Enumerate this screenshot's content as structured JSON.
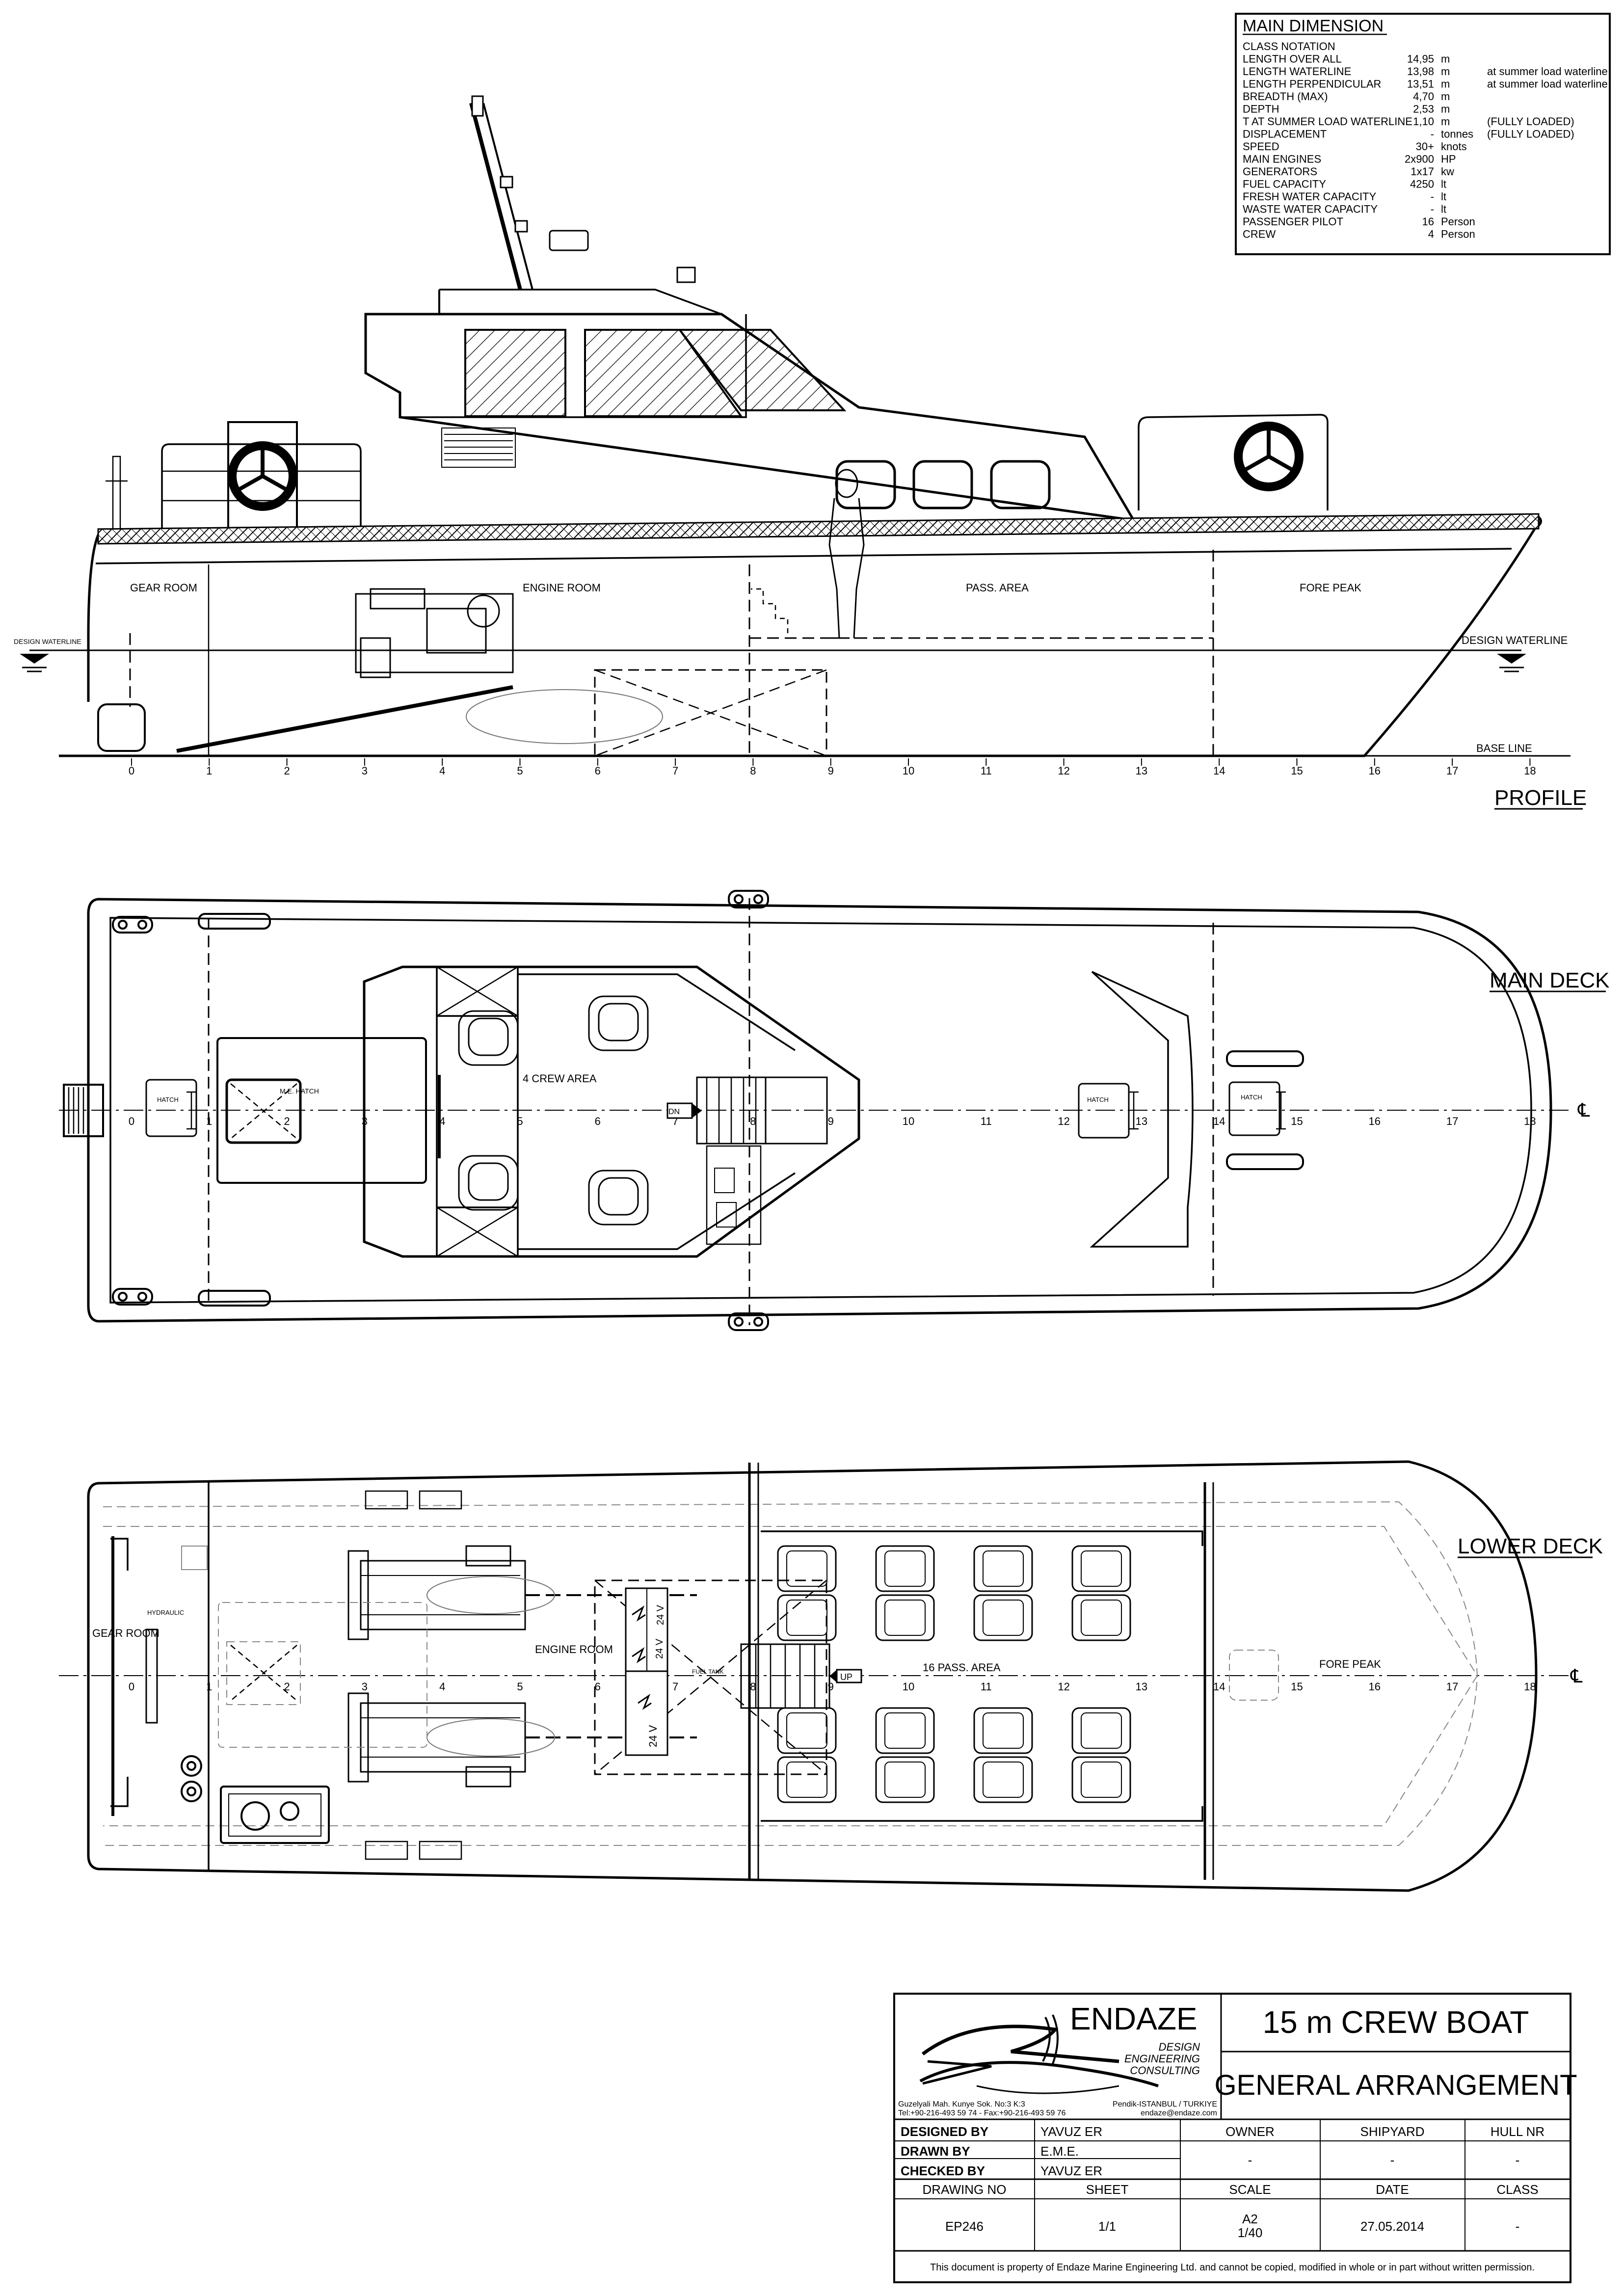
{
  "dimensions": {
    "title": "MAIN DIMENSION",
    "rows": [
      {
        "label": "CLASS NOTATION",
        "value": "",
        "unit": "",
        "note": ""
      },
      {
        "label": "LENGTH OVER ALL",
        "value": "14,95",
        "unit": "m",
        "note": ""
      },
      {
        "label": "LENGTH WATERLINE",
        "value": "13,98",
        "unit": "m",
        "note": "at summer load waterline"
      },
      {
        "label": "LENGTH PERPENDICULAR",
        "value": "13,51",
        "unit": "m",
        "note": "at summer load waterline"
      },
      {
        "label": "BREADTH (MAX)",
        "value": "4,70",
        "unit": "m",
        "note": ""
      },
      {
        "label": "DEPTH",
        "value": "2,53",
        "unit": "m",
        "note": ""
      },
      {
        "label": "T AT SUMMER LOAD WATERLINE",
        "value": "1,10",
        "unit": "m",
        "note": "(FULLY LOADED)"
      },
      {
        "label": "DISPLACEMENT",
        "value": "-",
        "unit": "tonnes",
        "note": "(FULLY LOADED)"
      },
      {
        "label": "SPEED",
        "value": "30+",
        "unit": "knots",
        "note": ""
      },
      {
        "label": "MAIN ENGINES",
        "value": "2x900",
        "unit": "HP",
        "note": ""
      },
      {
        "label": "GENERATORS",
        "value": "1x17",
        "unit": "kw",
        "note": ""
      },
      {
        "label": "FUEL CAPACITY",
        "value": "4250",
        "unit": "lt",
        "note": ""
      },
      {
        "label": "FRESH WATER CAPACITY",
        "value": "-",
        "unit": "lt",
        "note": ""
      },
      {
        "label": "WASTE WATER CAPACITY",
        "value": "-",
        "unit": "lt",
        "note": ""
      },
      {
        "label": "PASSENGER PILOT",
        "value": "16",
        "unit": "Person",
        "note": ""
      },
      {
        "label": "CREW",
        "value": "4",
        "unit": "Person",
        "note": ""
      }
    ]
  },
  "profile": {
    "heading": "PROFILE",
    "gear_room": "GEAR ROOM",
    "engine_room": "ENGINE ROOM",
    "pass_area": "PASS. AREA",
    "fore_peak": "FORE PEAK",
    "design_waterline_left": "DESIGN WATERLINE",
    "design_waterline_right": "DESIGN WATERLINE",
    "base_line": "BASE LINE"
  },
  "main_deck": {
    "heading": "MAIN DECK",
    "hatch": "HATCH",
    "me_hatch": "M.E. HATCH",
    "crew_area": "4 CREW AREA",
    "dn": "DN"
  },
  "lower_deck": {
    "heading": "LOWER DECK",
    "gear_room": "GEAR ROOM",
    "engine_room": "ENGINE ROOM",
    "pass_area": "16 PASS. AREA",
    "fore_peak": "FORE PEAK",
    "hydraulic": "HYDRAULIC",
    "up": "UP",
    "fuel_tank": "FUEL TANK",
    "battery_24v": "24 V"
  },
  "frames": [
    "0",
    "1",
    "2",
    "3",
    "4",
    "5",
    "6",
    "7",
    "8",
    "9",
    "10",
    "11",
    "12",
    "13",
    "14",
    "15",
    "16",
    "17",
    "18"
  ],
  "centerline_symbol": "℄",
  "title_block": {
    "company": "ENDAZE",
    "tagline": [
      "DESIGN",
      "ENGINEERING",
      "CONSULTING"
    ],
    "address": "Guzelyali Mah. Kunye Sok. No:3 K:3",
    "city": "Pendik-ISTANBUL / TURKIYE",
    "phone": "Tel:+90-216-493 59 74 - Fax:+90-216-493 59 76",
    "email": "endaze@endaze.com",
    "project": "15 m CREW BOAT",
    "drawing_title": "GENERAL ARRANGEMENT",
    "designed_by_label": "DESIGNED BY",
    "designed_by": "YAVUZ ER",
    "drawn_by_label": "DRAWN BY",
    "drawn_by": "E.M.E.",
    "checked_by_label": "CHECKED BY",
    "checked_by": "YAVUZ ER",
    "owner_label": "OWNER",
    "owner": "-",
    "shipyard_label": "SHIPYARD",
    "shipyard": "-",
    "hull_nr_label": "HULL NR",
    "hull_nr": "-",
    "drawing_no_label": "DRAWING NO",
    "drawing_no": "EP246",
    "sheet_label": "SHEET",
    "sheet": "1/1",
    "scale_label": "SCALE",
    "scale_a": "A2",
    "scale_b": "1/40",
    "date_label": "DATE",
    "date": "27.05.2014",
    "class_label": "CLASS",
    "class_value": "-",
    "notice": "This document is property of  Endaze Marine Engineering Ltd. and cannot be copied, modified in whole or in part without written permission."
  }
}
